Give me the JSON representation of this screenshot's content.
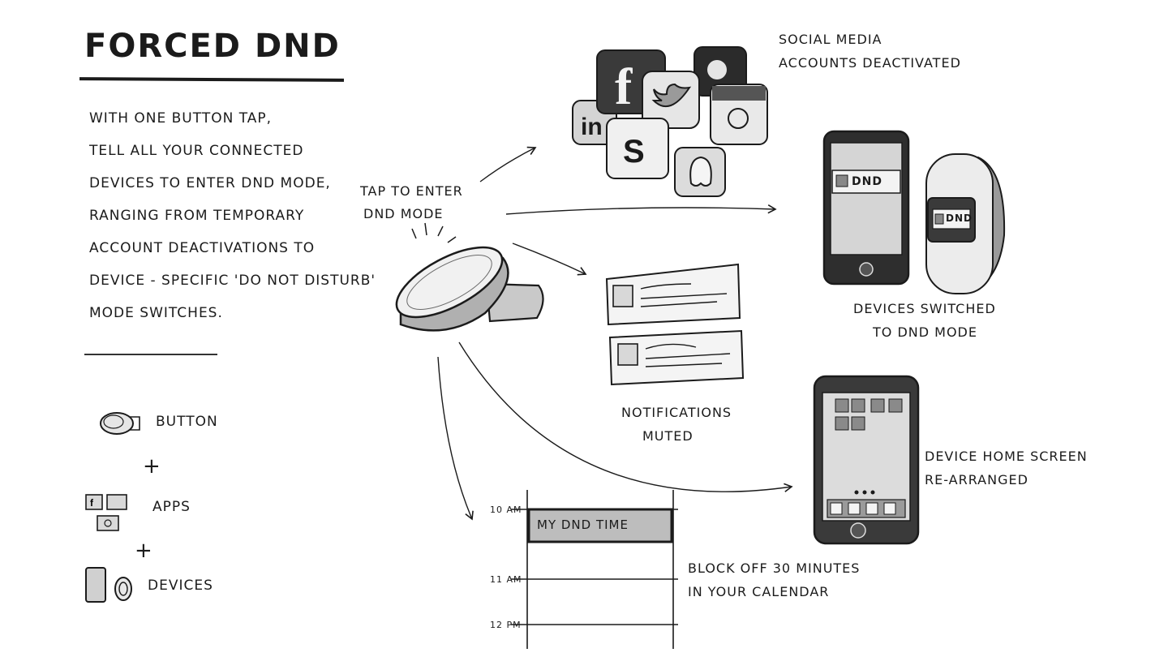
{
  "title": "Forced DND",
  "description_lines": [
    "With one button tap,",
    "Tell all your connected",
    "devices to enter DND mode,",
    "ranging from temporary",
    "account deactivations to",
    "device - specific 'Do Not Disturb'",
    "mode switches."
  ],
  "legend": {
    "button_label": "Button",
    "plus_1": "+",
    "apps_label": "Apps",
    "plus_2": "+",
    "devices_label": "Devices"
  },
  "tap_label": [
    "Tap to enter",
    "DND mode"
  ],
  "social_label": [
    "Social media",
    "accounts deactivated"
  ],
  "devices_label": [
    "Devices switched",
    "to DND mode"
  ],
  "notifications_label": [
    "Notifications",
    "muted"
  ],
  "home_label": [
    "Device home screen",
    "re-arranged"
  ],
  "calendar": {
    "times": [
      "10 AM",
      "11 AM",
      "12 PM"
    ],
    "event": "My DND Time",
    "note": [
      "Block off 30 minutes",
      "in your calendar"
    ]
  },
  "phone_dnd_label": "DND",
  "watch_dnd_label": "DND",
  "icons": [
    "facebook-icon",
    "twitter-icon",
    "linkedin-icon",
    "instagram-icon",
    "snapchat-icon",
    "shazam-icon",
    "yelp-icon"
  ]
}
